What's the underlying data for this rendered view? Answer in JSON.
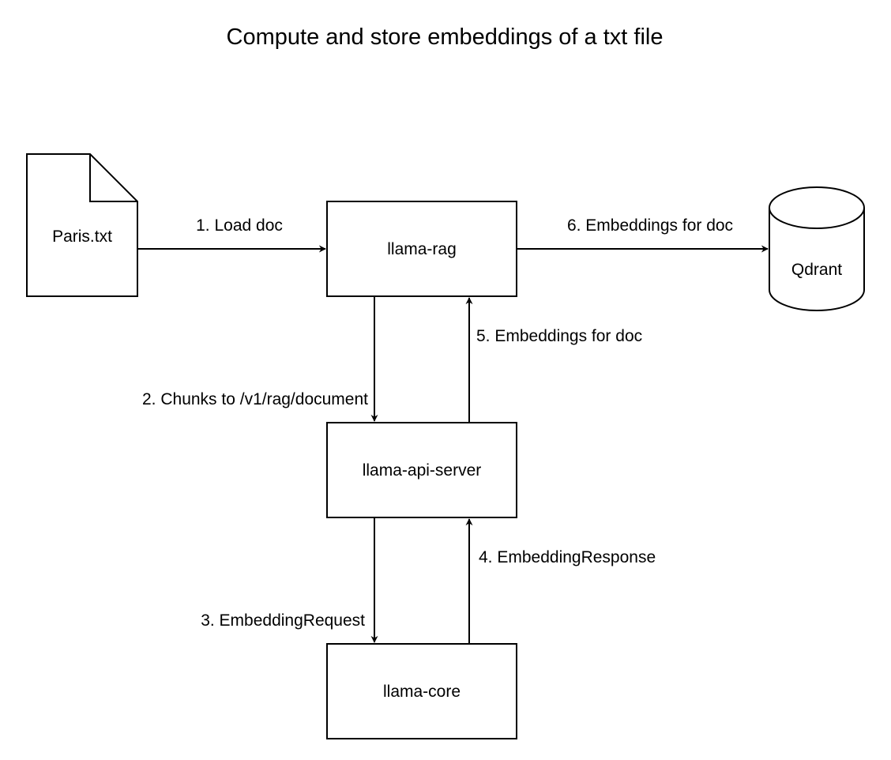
{
  "title": "Compute and store embeddings of a txt file",
  "nodes": {
    "paris_txt": "Paris.txt",
    "llama_rag": "llama-rag",
    "qdrant": "Qdrant",
    "llama_api_server": "llama-api-server",
    "llama_core": "llama-core"
  },
  "edges": {
    "load_doc": "1. Load doc",
    "chunks": "2. Chunks to /v1/rag/document",
    "embedding_request": "3. EmbeddingRequest",
    "embedding_response": "4. EmbeddingResponse",
    "embeddings_to_rag": "5. Embeddings for doc",
    "embeddings_to_qdrant": "6. Embeddings for doc"
  }
}
